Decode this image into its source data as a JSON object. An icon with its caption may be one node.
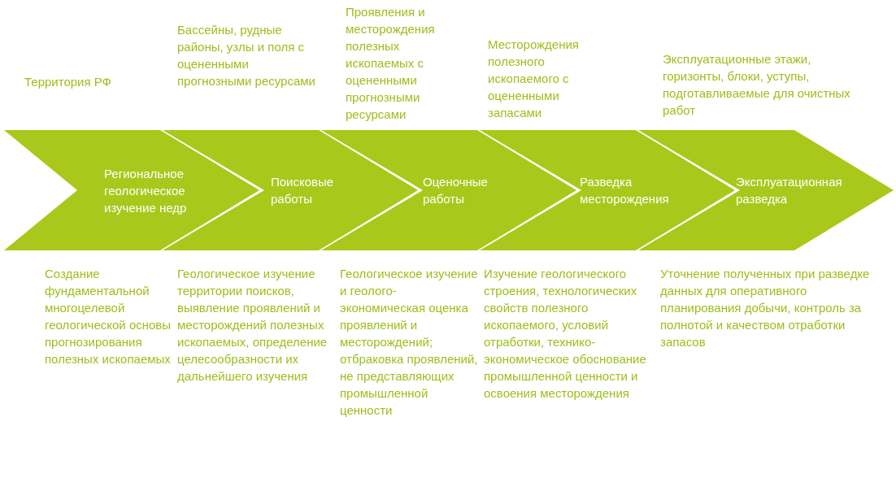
{
  "diagram": {
    "nodes": [
      {
        "text": [
          "Региональное геологическое изучение недр"
        ],
        "beside": [
          "Территория РФ",
          "Создание фундаментальной многоцелевой геологической основы прогнозирования полезных ископаемых"
        ]
      },
      {
        "text": [
          "Поисковые работы"
        ],
        "beside": [
          "Бассейны, рудные районы, узлы и поля с оцененными прогнозными ресурсами",
          "Геологическое изучение территории поисков, выявление проявлений и месторождений полезных ископаемых, определение целесообразности их дальнейшего изучения"
        ]
      },
      {
        "text": [
          "Оценочные работы"
        ],
        "beside": [
          "Проявления и месторождения полезных ископаемых с оцененными прогнозными ресурсами",
          "Геологическое изучение и геолого-экономическая оценка проявлений и месторождений; отбраковка проявлений, не представляющих промышленной ценности"
        ]
      },
      {
        "text": [
          "Разведка месторождения"
        ],
        "beside": [
          "Месторождения полезного ископаемого с оцененными запасами",
          "Изучение геологического строения, технологических свойств полезного ископаемого, условий отработки, технико-экономическое обоснование промышленной ценности и освоения месторождения"
        ]
      },
      {
        "text": [
          "Эксплуатационная разведка"
        ],
        "beside": [
          "Эксплуатационные этажи, горизонты, блоки, уступы, подготавливаемые для очистных работ",
          "Уточнение полученных при разведке данных для оперативного планирования добычи, контроль за полнотой и качеством отработки запасов"
        ]
      }
    ]
  }
}
